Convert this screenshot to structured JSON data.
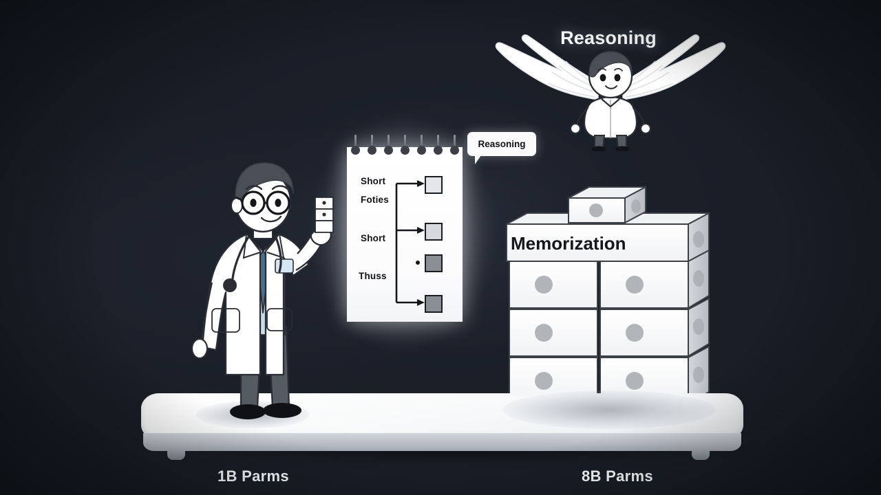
{
  "scene": {
    "background_color": "#191e27",
    "title": "Reasoning"
  },
  "title": {
    "text": "Reasoning"
  },
  "speech_bubble": {
    "text": "Reasoning"
  },
  "notepad": {
    "lines": [
      "Short",
      "Foties",
      "Short",
      "Thuss"
    ],
    "ring_count": 7,
    "squares": [
      {
        "fill": "#e4e6e9",
        "has_arrow": true
      },
      {
        "fill": "#d7d9dd",
        "has_arrow": true
      },
      {
        "fill": "#8a8f96",
        "has_arrow": false
      },
      {
        "fill": "#8a8f96",
        "has_arrow": true
      }
    ]
  },
  "boxes": {
    "label": "Memorization",
    "face_color": "#fafbfc",
    "side_color": "#c3c7cc",
    "top_color": "#f0f1f3",
    "dot_color": "#b1b4b9",
    "rows": 3,
    "columns": 2,
    "has_top_small_box": true,
    "has_label_box": true
  },
  "doctor": {
    "coat_color": "#ffffff",
    "hair_color": "#4a4f57",
    "pants_color": "#555b63",
    "tie_color": "#4a7188",
    "shirt_color": "#c9dcea",
    "shoe_color": "#0f1114",
    "held_box_count": 3
  },
  "angel": {
    "wing_color": "#ffffff",
    "hair_color": "#4a4f57",
    "shirt_color": "#ffffff",
    "pants_color": "#555b63",
    "shoe_color": "#121418"
  },
  "platform": {
    "top_color": "#ffffff",
    "side_color": "#b7bdc6"
  },
  "labels": {
    "left": "1B Parms",
    "right": "8B Parms"
  }
}
